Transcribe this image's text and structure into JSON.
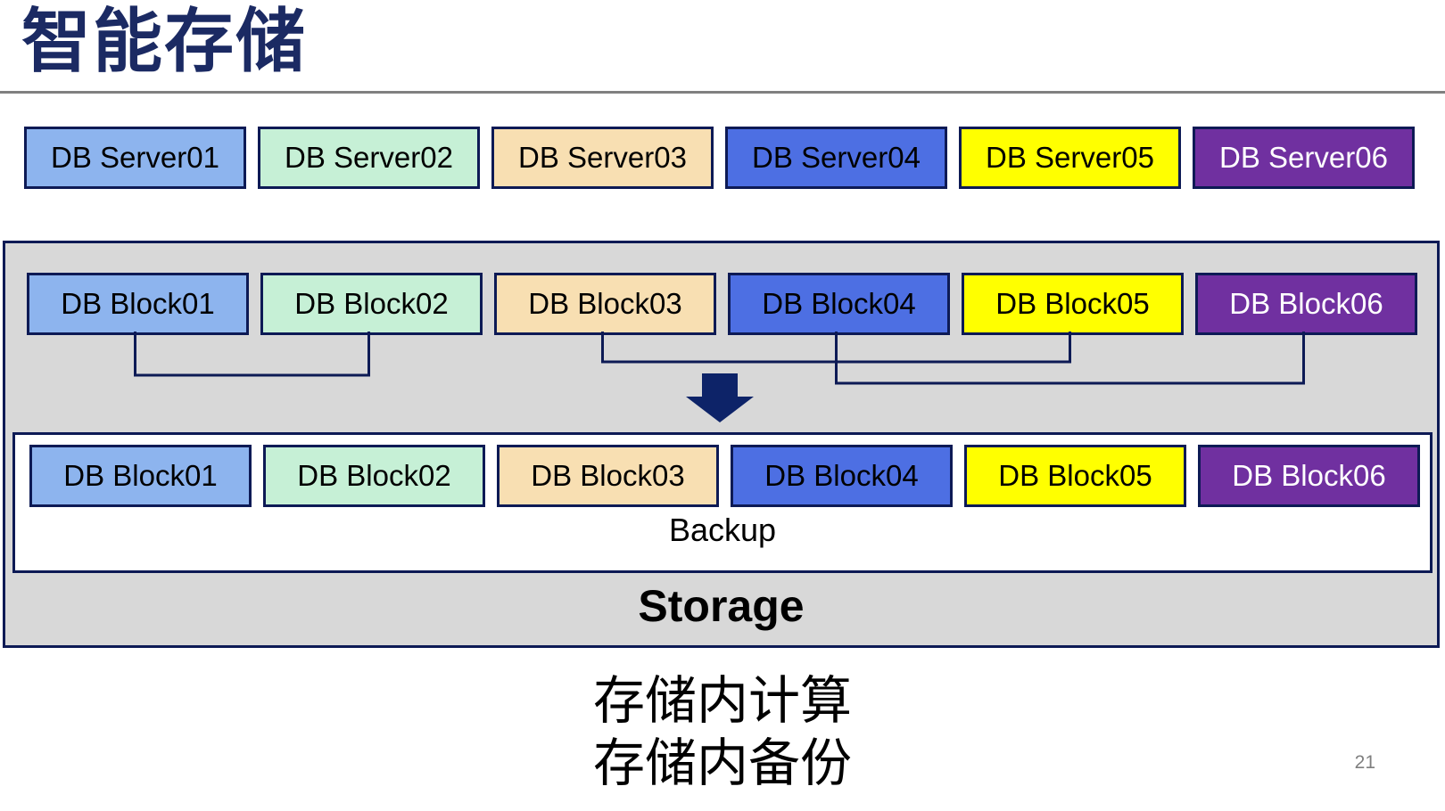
{
  "title": "智能存储",
  "page_number": "21",
  "caption": {
    "line1": "存储内计算",
    "line2": "存储内备份"
  },
  "colors": {
    "title_navy": "#1B2A63",
    "border_navy": "#0D1A55",
    "connector_navy": "#0D1A55",
    "arrow_navy": "#0D2368",
    "container_gray": "#D8D8D8",
    "title_rule_gray": "#808080",
    "page_number_gray": "#7F7F7F",
    "palette": [
      "#8DB4EE",
      "#C6F0D6",
      "#F8DFB2",
      "#4D6FE3",
      "#FFFF00",
      "#7030A0"
    ]
  },
  "servers": [
    {
      "label": "DB Server01",
      "fill": "#8DB4EE",
      "text_color": "#000000"
    },
    {
      "label": "DB Server02",
      "fill": "#C6F0D6",
      "text_color": "#000000"
    },
    {
      "label": "DB Server03",
      "fill": "#F8DFB2",
      "text_color": "#000000"
    },
    {
      "label": "DB Server04",
      "fill": "#4D6FE3",
      "text_color": "#000000"
    },
    {
      "label": "DB Server05",
      "fill": "#FFFF00",
      "text_color": "#000000"
    },
    {
      "label": "DB Server06",
      "fill": "#7030A0",
      "text_color": "#FFFFFF"
    }
  ],
  "storage": {
    "label": "Storage",
    "backup": {
      "label": "Backup"
    },
    "blocks_top": [
      {
        "label": "DB Block01",
        "fill": "#8DB4EE",
        "text_color": "#000000"
      },
      {
        "label": "DB Block02",
        "fill": "#C6F0D6",
        "text_color": "#000000"
      },
      {
        "label": "DB Block03",
        "fill": "#F8DFB2",
        "text_color": "#000000"
      },
      {
        "label": "DB Block04",
        "fill": "#4D6FE3",
        "text_color": "#000000"
      },
      {
        "label": "DB Block05",
        "fill": "#FFFF00",
        "text_color": "#000000"
      },
      {
        "label": "DB Block06",
        "fill": "#7030A0",
        "text_color": "#FFFFFF"
      }
    ],
    "blocks_bottom": [
      {
        "label": "DB Block01",
        "fill": "#8DB4EE",
        "text_color": "#000000"
      },
      {
        "label": "DB Block02",
        "fill": "#C6F0D6",
        "text_color": "#000000"
      },
      {
        "label": "DB Block03",
        "fill": "#F8DFB2",
        "text_color": "#000000"
      },
      {
        "label": "DB Block04",
        "fill": "#4D6FE3",
        "text_color": "#000000"
      },
      {
        "label": "DB Block05",
        "fill": "#FFFF00",
        "text_color": "#000000"
      },
      {
        "label": "DB Block06",
        "fill": "#7030A0",
        "text_color": "#FFFFFF"
      }
    ],
    "pairings": [
      {
        "from": "DB Block01",
        "to": "DB Block02"
      },
      {
        "from": "DB Block03",
        "to": "DB Block05"
      },
      {
        "from": "DB Block04",
        "to": "DB Block06"
      }
    ]
  }
}
